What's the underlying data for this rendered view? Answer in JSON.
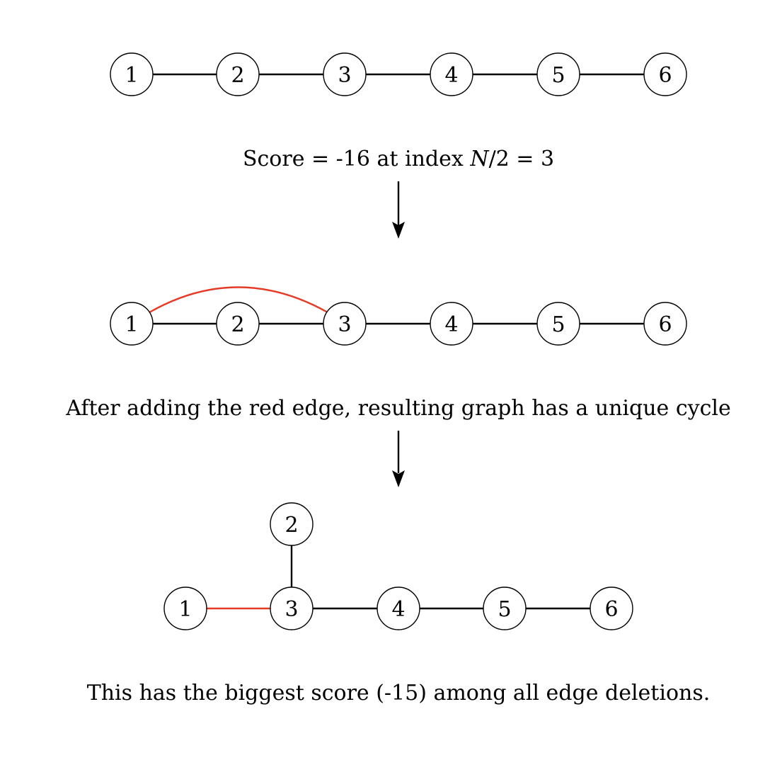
{
  "colors": {
    "edge": "#000000",
    "highlight_edge": "#e63a26",
    "node_fill": "#ffffff"
  },
  "panels": [
    {
      "id": "path",
      "nodes": [
        "1",
        "2",
        "3",
        "4",
        "5",
        "6"
      ],
      "edges": [
        [
          "1",
          "2"
        ],
        [
          "2",
          "3"
        ],
        [
          "3",
          "4"
        ],
        [
          "4",
          "5"
        ],
        [
          "5",
          "6"
        ]
      ],
      "red_edges": []
    },
    {
      "id": "path-plus-edge",
      "nodes": [
        "1",
        "2",
        "3",
        "4",
        "5",
        "6"
      ],
      "edges": [
        [
          "1",
          "2"
        ],
        [
          "2",
          "3"
        ],
        [
          "3",
          "4"
        ],
        [
          "4",
          "5"
        ],
        [
          "5",
          "6"
        ]
      ],
      "red_edges": [
        [
          "1",
          "3"
        ]
      ]
    },
    {
      "id": "after-deletion",
      "nodes": [
        "1",
        "2",
        "3",
        "4",
        "5",
        "6"
      ],
      "edges": [
        [
          "2",
          "3"
        ],
        [
          "3",
          "4"
        ],
        [
          "4",
          "5"
        ],
        [
          "5",
          "6"
        ]
      ],
      "red_edges": [
        [
          "1",
          "3"
        ]
      ]
    }
  ],
  "captions": {
    "score_prefix": "Score = -16 at index ",
    "score_var": "N",
    "score_suffix": "/2 = 3",
    "cycle": "After adding the red edge, resulting graph has a unique cycle",
    "best": "This has the biggest score (-15) among all edge deletions."
  }
}
